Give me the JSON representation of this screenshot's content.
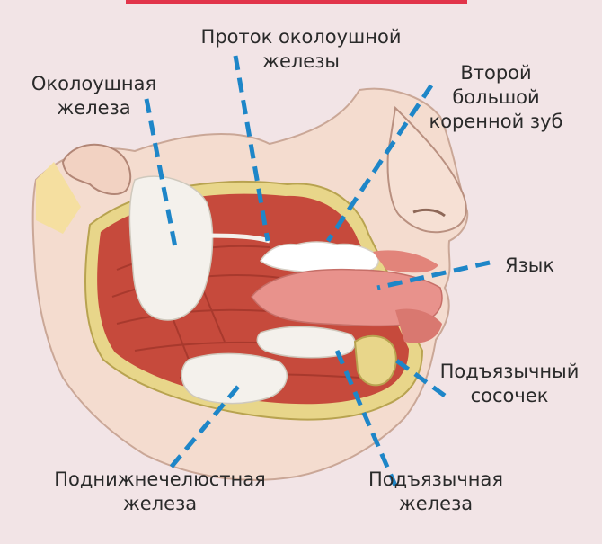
{
  "labels": {
    "parotid_gland": {
      "line1": "Околоушная",
      "line2": "железа"
    },
    "parotid_duct": {
      "line1": "Проток околоушной",
      "line2": "железы"
    },
    "second_molar": {
      "line1": "Второй",
      "line2": "большой",
      "line3": "коренной зуб"
    },
    "tongue": {
      "line1": "Язык"
    },
    "sublingual_papilla": {
      "line1": "Подъязычный",
      "line2": "сосочек"
    },
    "submandibular_gland": {
      "line1": "Поднижнечелюстная",
      "line2": "железа"
    },
    "sublingual_gland": {
      "line1": "Подъязычная",
      "line2": "железа"
    }
  },
  "colors": {
    "background": "#f2e4e6",
    "leader_line": "#1e86c8",
    "top_bar": "#e2344a",
    "skin": "#f4dccf",
    "muscle": "#c64a3c",
    "gland": "#f4f1ec",
    "bone": "#e8d68a"
  }
}
